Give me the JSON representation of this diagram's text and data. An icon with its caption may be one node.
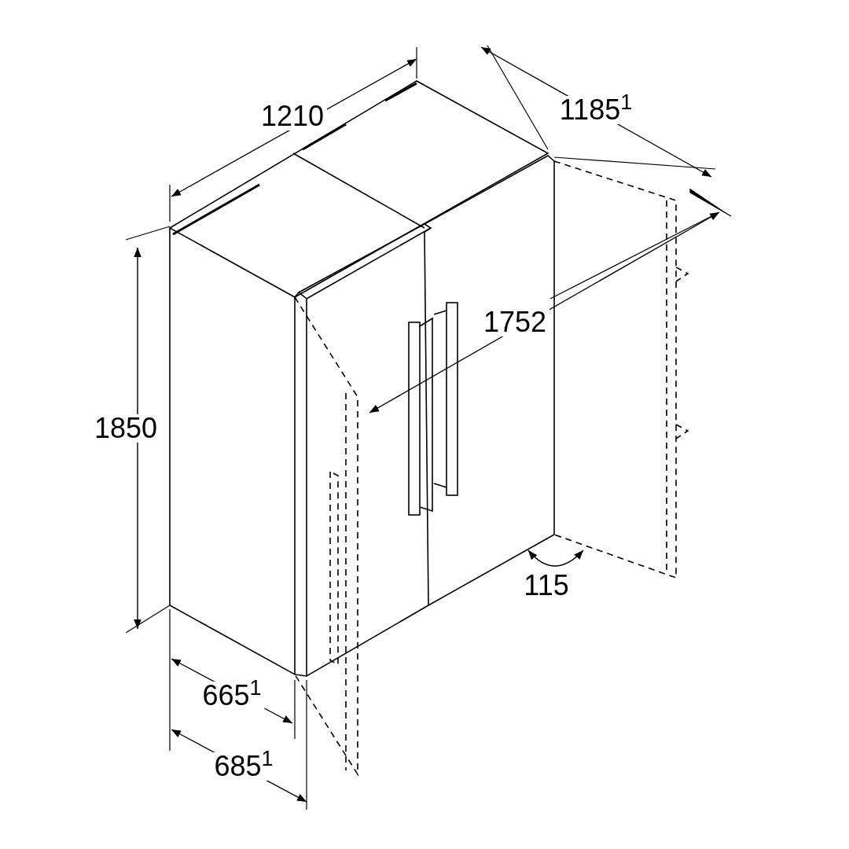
{
  "diagram": {
    "labels": [
      "1210",
      "1185$^{1}$",
      "1752",
      "1850",
      "115",
      "665$^{1}$",
      "685$^{1}$"
    ]
  }
}
